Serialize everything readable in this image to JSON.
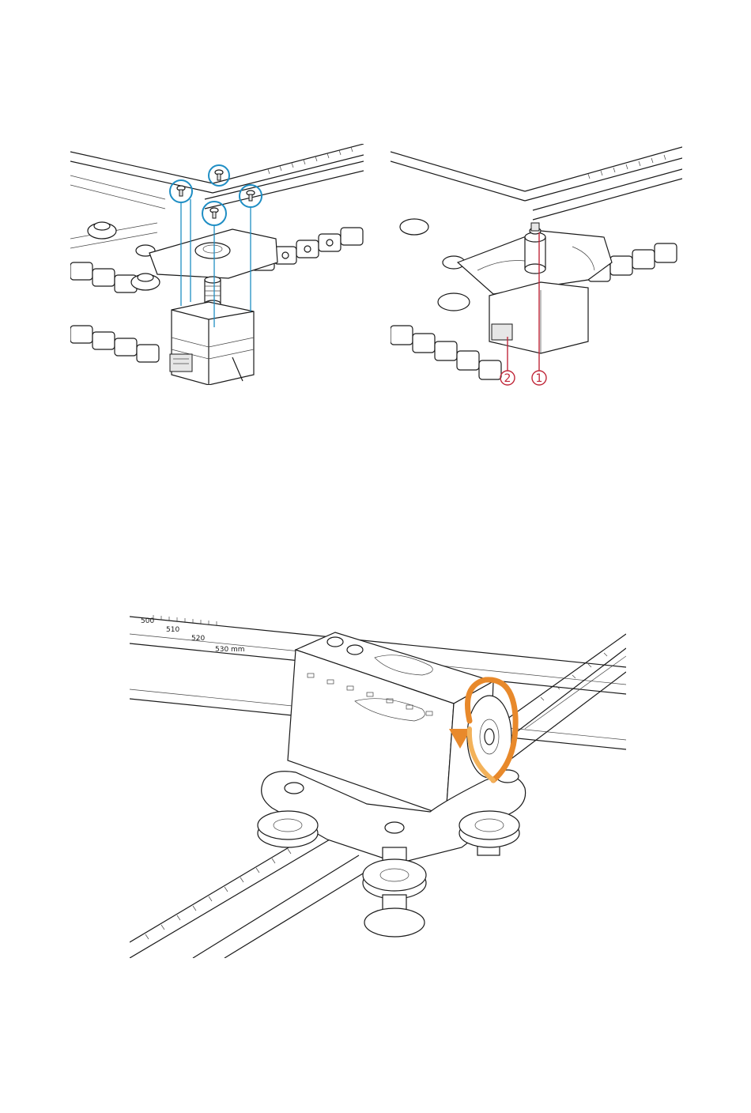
{
  "figures": {
    "screw_install": {
      "description_label": ""
    },
    "motor_callouts": {
      "callouts": [
        "1",
        "2"
      ]
    },
    "rotate_wheel": {
      "ruler_labels": [
        "500",
        "510",
        "520",
        "530 mm"
      ],
      "accent_color": "#e8892b"
    }
  },
  "colors": {
    "screw_highlight": "#1f8ec4",
    "callout": "#c0283a",
    "line": "#1a1a1a"
  }
}
